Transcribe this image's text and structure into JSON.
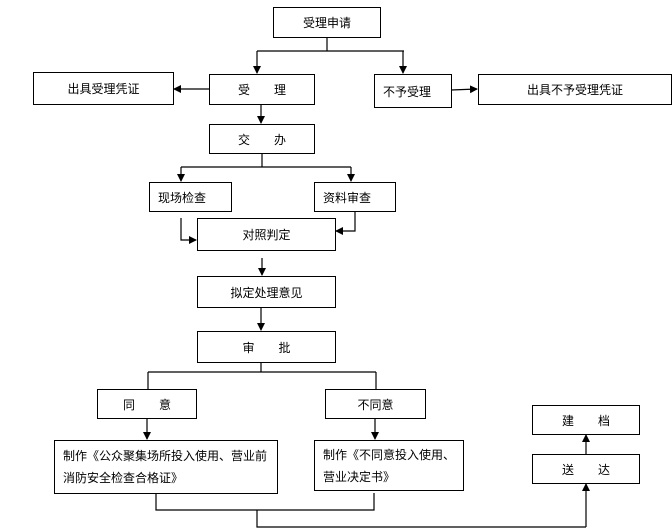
{
  "nodes": {
    "apply": "受理申请",
    "accept": "受　　理",
    "accept_voucher": "出具受理凭证",
    "reject": "不予受理",
    "reject_voucher": "出具不予受理凭证",
    "assign": "交　　办",
    "site_inspection": "现场检查",
    "document_review": "资料审查",
    "compare_judge": "对照判定",
    "draft_opinion": "拟定处理意见",
    "approval": "审　　批",
    "agree": "同　　意",
    "disagree": "不同意",
    "make_certificate": "制作《公众聚集场所投入使用、营业前消防安全检查合格证》",
    "make_decision": "制作《不同意投入使用、营业决定书》",
    "archive": "建　　档",
    "deliver": "送　　达"
  }
}
